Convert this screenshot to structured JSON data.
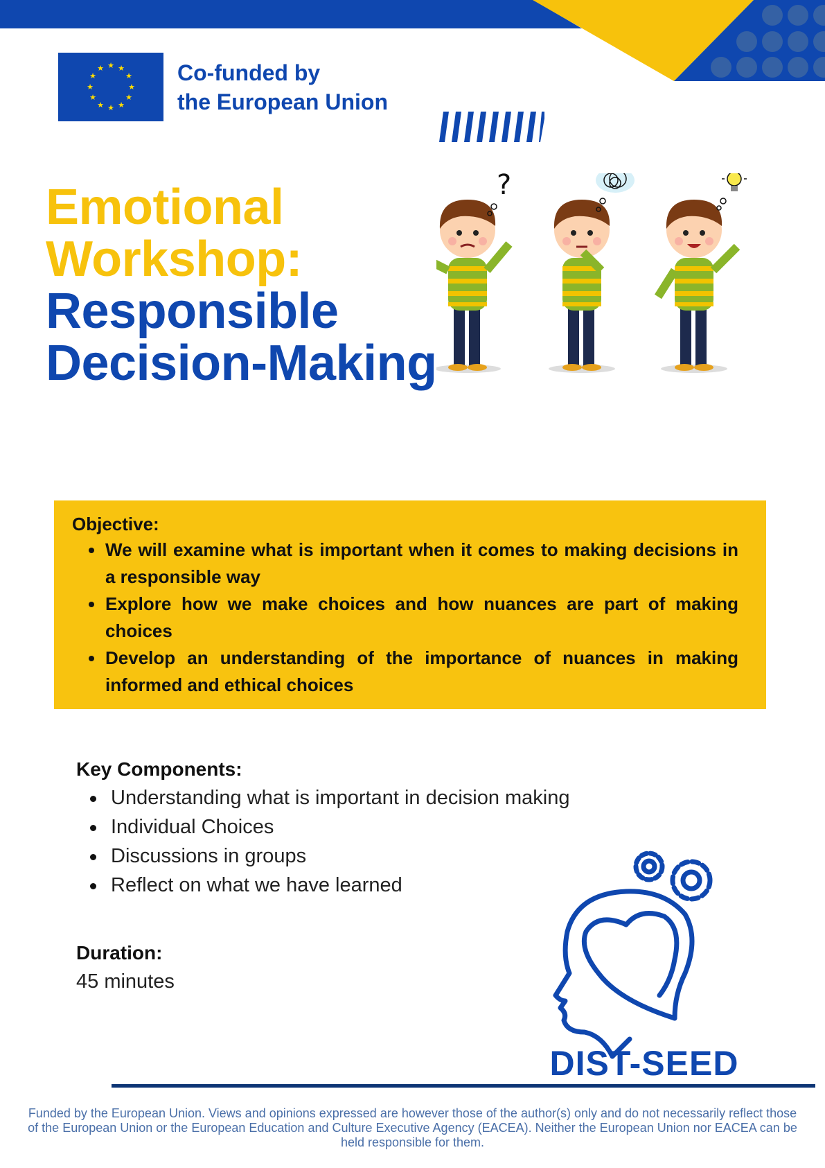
{
  "header": {
    "funder_line1": "Co-funded by",
    "funder_line2": "the European Union",
    "colors": {
      "blue": "#0f47af",
      "yellow": "#f7c20c"
    }
  },
  "title": {
    "line1": "Emotional",
    "line2": "Workshop:",
    "line3": "Responsible",
    "line4": "Decision-Making"
  },
  "objective": {
    "heading": "Objective:",
    "items": [
      "We will examine what is important when it comes to making decisions in a responsible way",
      "Explore how we make choices and how nuances are part of making choices",
      "Develop an understanding of the importance of nuances in making informed and ethical choices"
    ]
  },
  "key_components": {
    "heading": "Key Components:",
    "items": [
      "Understanding what is important in decision making",
      "Individual Choices",
      "Discussions in groups",
      "Reflect on what we have learned"
    ]
  },
  "duration": {
    "heading": "Duration:",
    "value": "45 minutes"
  },
  "logo": {
    "name": "DIST-SEED"
  },
  "footer": {
    "disclaimer": "Funded by the European Union. Views and opinions expressed are however those of the author(s) only and do not necessarily reflect those of the European Union or the European Education and Culture Executive Agency (EACEA). Neither the European Union nor EACEA can be held responsible for them."
  }
}
